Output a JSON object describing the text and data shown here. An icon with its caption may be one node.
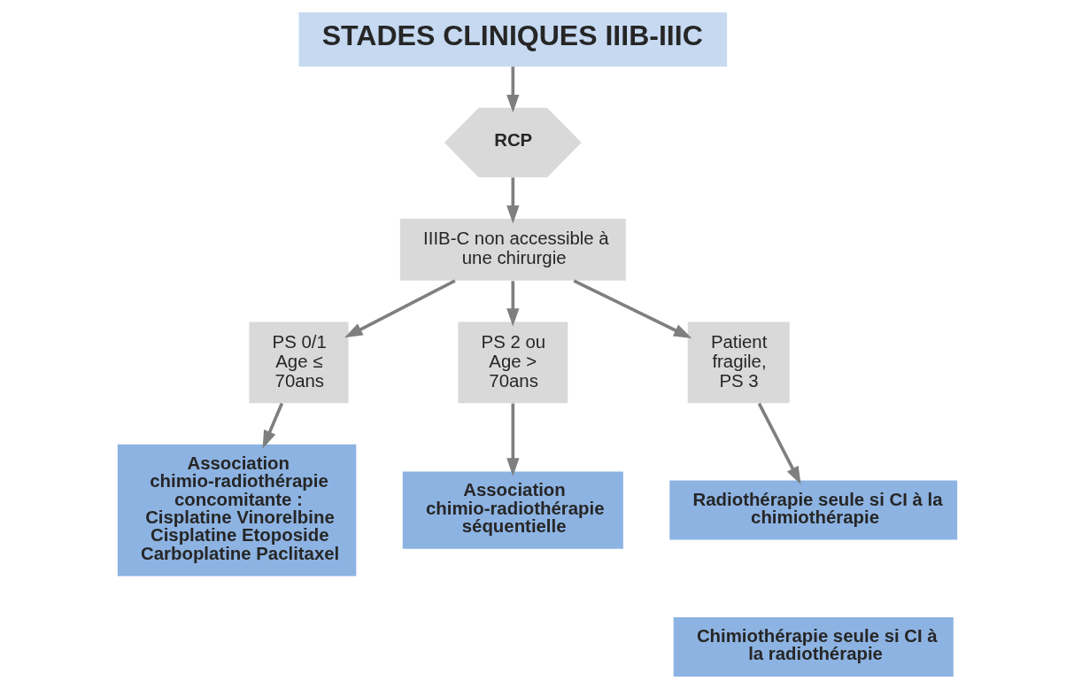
{
  "diagram": {
    "nodes": [
      {
        "text": [
          "STADES CLINIQUES IIIB-IIIC"
        ]
      },
      {
        "text": [
          "RCP"
        ]
      },
      {
        "text": [
          "IIIB-C non accessible à une chirurgie"
        ]
      },
      {
        "text": [
          "PS 0/1 Age ≤ 70ans"
        ]
      },
      {
        "text": [
          "PS 2 ou Age > 70ans"
        ]
      },
      {
        "text": [
          "Patient fragile, PS 3"
        ]
      },
      {
        "text": [
          "Association chimio-radiothérapie concomitante :",
          "Cisplatine Vinorelbine Cisplatine Etoposide Carboplatine Paclitaxel"
        ]
      },
      {
        "text": [
          "Association chimio-radiothérapie séquentielle"
        ]
      },
      {
        "text": [
          "Radiothérapie seule si CI à la chimiothérapie"
        ]
      },
      {
        "text": [
          "Chimiothérapie seule si CI à la radiothérapie"
        ]
      }
    ],
    "edges": [
      {
        "from": 0,
        "to": 1,
        "arrow": "to"
      },
      {
        "from": 1,
        "to": 2,
        "arrow": "to"
      },
      {
        "from": 2,
        "to": 3,
        "arrow": "to"
      },
      {
        "from": 2,
        "to": 4,
        "arrow": "to"
      },
      {
        "from": 2,
        "to": 5,
        "arrow": "to"
      },
      {
        "from": 3,
        "to": 6,
        "arrow": "to"
      },
      {
        "from": 4,
        "to": 7,
        "arrow": "to"
      },
      {
        "from": 5,
        "to": 8,
        "arrow": "to"
      }
    ]
  }
}
